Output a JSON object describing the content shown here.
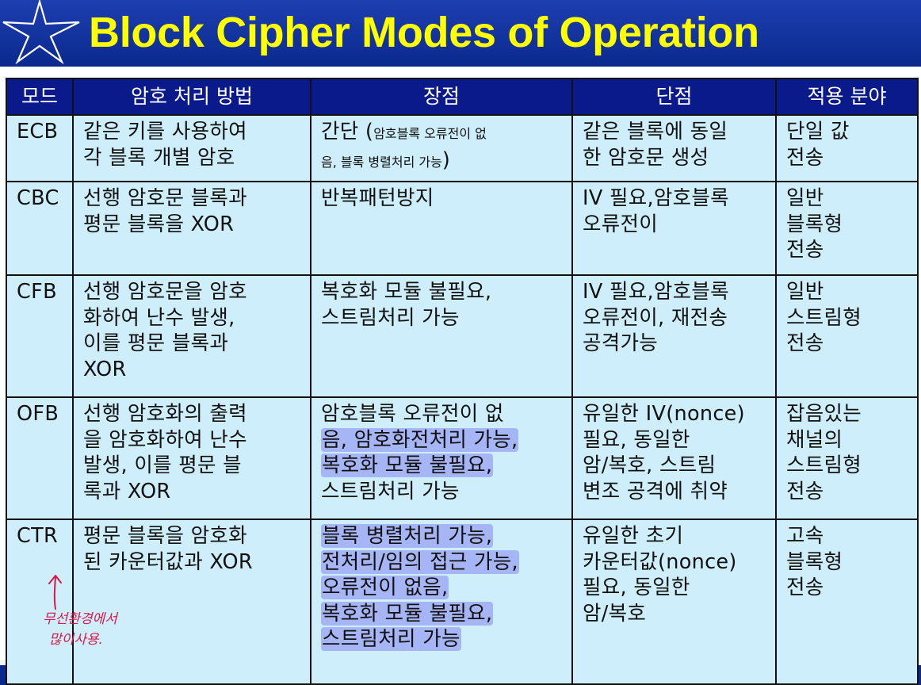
{
  "slide": {
    "title": "Block Cipher Modes of Operation"
  },
  "table": {
    "headers": [
      "모드",
      "암호 처리 방법",
      "장점",
      "단점",
      "적용 분야"
    ],
    "rows": [
      {
        "mode": "ECB",
        "method": [
          "같은 키를 사용하여",
          "각 블록 개별 암호"
        ],
        "pros_main": "간단 (",
        "pros_small_1": "암호블록 오류전이 없",
        "pros_small_2": "음, 블록 병렬처리 가능",
        "pros_close": ")",
        "cons": [
          "같은 블록에 동일",
          "한 암호문 생성"
        ],
        "application": [
          "단일 값",
          "전송"
        ]
      },
      {
        "mode": "CBC",
        "method": [
          "선행 암호문 블록과",
          "평문 블록을 XOR"
        ],
        "pros": [
          "반복패턴방지"
        ],
        "cons": [
          "IV 필요,암호블록",
          "오류전이"
        ],
        "application": [
          "일반",
          "블록형",
          "전송"
        ]
      },
      {
        "mode": "CFB",
        "method": [
          "선행 암호문을 암호",
          "화하여 난수 발생,",
          "이를 평문 블록과",
          "XOR"
        ],
        "pros": [
          "복호화 모듈 불필요,",
          "스트림처리 가능"
        ],
        "cons": [
          "IV 필요,암호블록",
          "오류전이, 재전송",
          "공격가능"
        ],
        "application": [
          "일반",
          "스트림형",
          "전송"
        ]
      },
      {
        "mode": "OFB",
        "method": [
          "선행 암호화의 출력",
          "을 암호화하여 난수",
          "발생, 이를 평문 블",
          "록과 XOR"
        ],
        "pros": [
          "암호블록 오류전이 없",
          "음, 암호화전처리 가능,",
          "복호화 모듈 불필요,",
          "스트림처리 가능"
        ],
        "cons": [
          "유일한 IV(nonce)",
          "필요, 동일한",
          "암/복호, 스트림",
          "변조 공격에 취약"
        ],
        "application": [
          "잡음있는",
          "채널의",
          "스트림형",
          "전송"
        ]
      },
      {
        "mode": "CTR",
        "method": [
          "평문 블록을 암호화",
          "된 카운터값과 XOR"
        ],
        "pros": [
          "블록 병렬처리 가능,",
          "전처리/임의 접근 가능,",
          "오류전이 없음,",
          "복호화 모듈 불필요,",
          "스트림처리 가능"
        ],
        "cons": [
          "유일한 초기",
          "카운터값(nonce)",
          "필요, 동일한",
          "암/복호"
        ],
        "application": [
          "고속",
          "블록형",
          "전송"
        ]
      }
    ]
  },
  "annotation": {
    "line1": "무선환경에서",
    "line2": "많이사용."
  },
  "colors": {
    "background": "#0b2a8f",
    "title": "#ffff00",
    "header_cell": "#0a1a8a",
    "body_cell": "#cdeefa",
    "highlight": "#786ef0",
    "annotation": "#d8184a"
  }
}
